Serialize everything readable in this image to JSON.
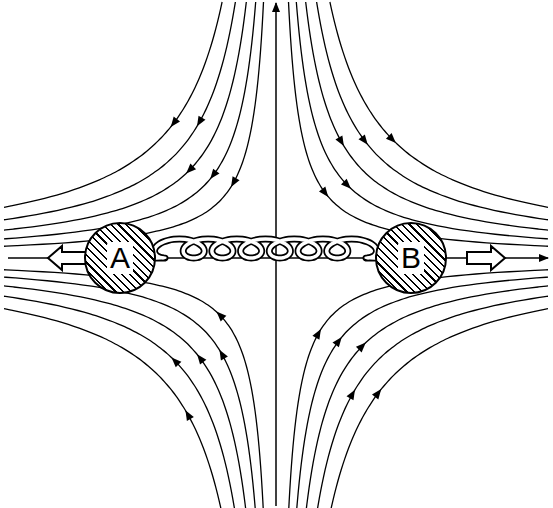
{
  "diagram": {
    "nodes": [
      {
        "text": [
          "A"
        ]
      },
      {
        "text": [
          "B"
        ]
      }
    ],
    "edges": [
      {
        "from": 0,
        "to": 1,
        "arrow": "none"
      }
    ]
  }
}
